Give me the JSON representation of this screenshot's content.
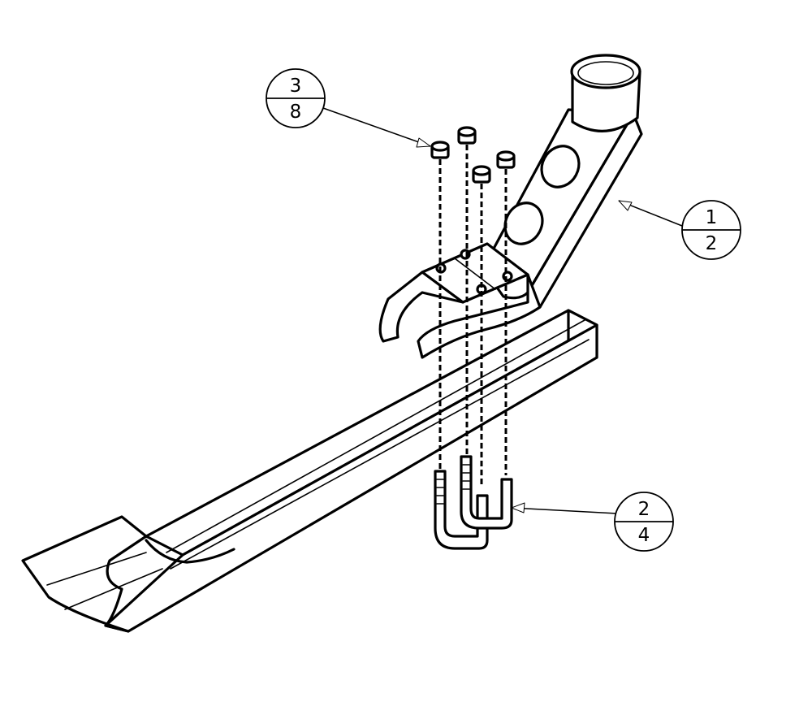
{
  "callouts": [
    {
      "item": "3",
      "qty": "8"
    },
    {
      "item": "1",
      "qty": "2"
    },
    {
      "item": "2",
      "qty": "4"
    }
  ]
}
